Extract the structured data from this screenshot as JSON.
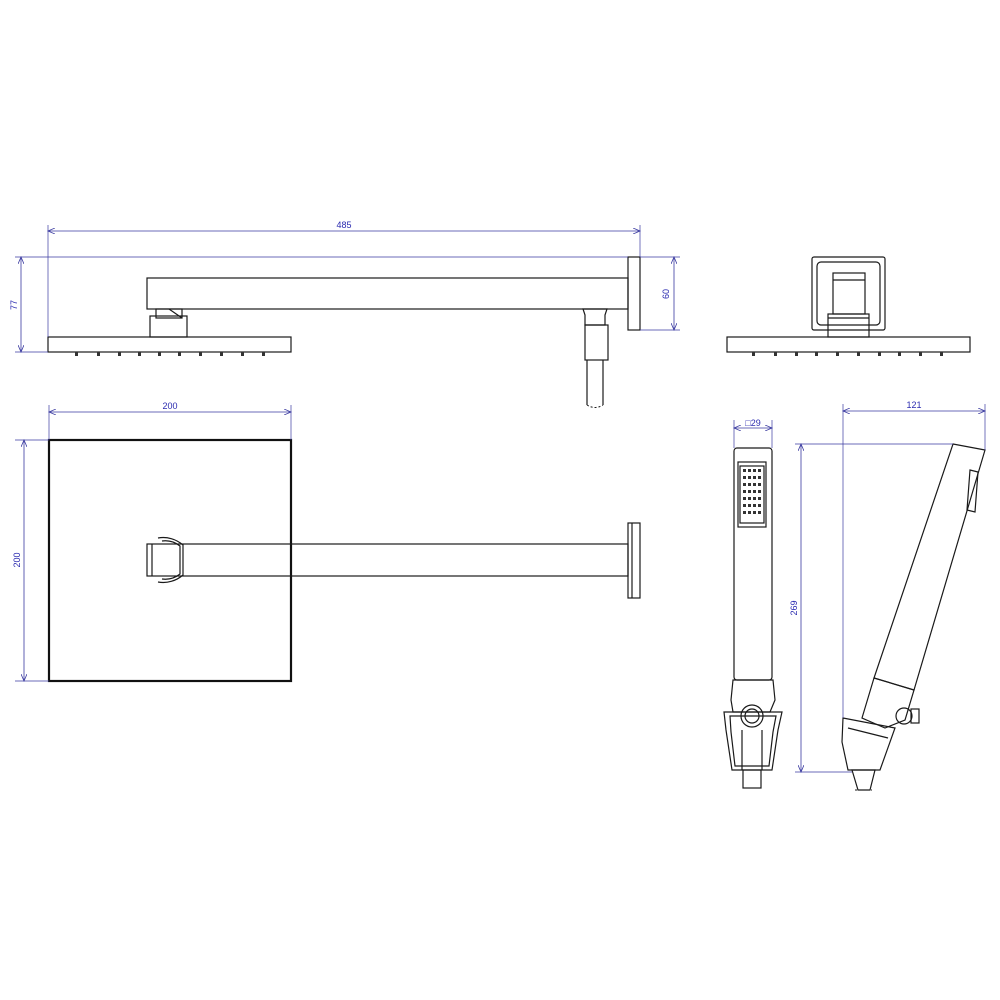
{
  "dimensions": {
    "arm_total_length": "485",
    "head_total_height": "77",
    "wall_plate_height": "60",
    "head_width": "200",
    "head_depth": "200",
    "handle_square": "29",
    "hand_shower_height": "269",
    "hand_shower_depth": "121"
  },
  "square_symbol": "□",
  "colors": {
    "object_line": "#1a1a1a",
    "dimension_line": "#3a3aa0",
    "dimension_text": "#2b2bb0"
  }
}
